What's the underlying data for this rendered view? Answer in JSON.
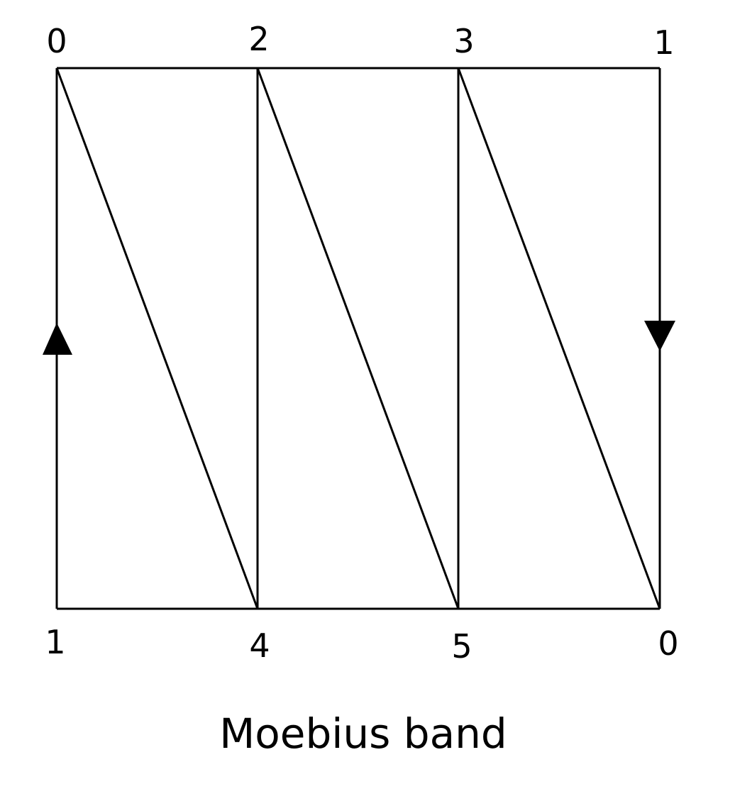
{
  "diagram": {
    "caption": "Moebius band",
    "top_vertices": [
      "0",
      "2",
      "3",
      "1"
    ],
    "bottom_vertices": [
      "1",
      "4",
      "5",
      "0"
    ],
    "colors": {
      "line": "#000000",
      "background": "#ffffff"
    },
    "edge_arrows": [
      {
        "edge": "left",
        "direction": "up"
      },
      {
        "edge": "right",
        "direction": "down"
      }
    ]
  }
}
